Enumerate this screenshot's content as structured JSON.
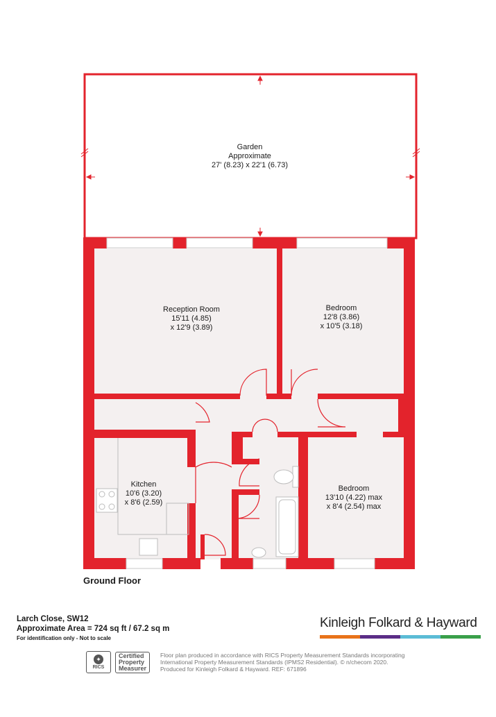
{
  "rooms": {
    "garden": {
      "name": "Garden",
      "line1": "Approximate",
      "line2": "27' (8.23) x 22'1 (6.73)"
    },
    "reception": {
      "name": "Reception Room",
      "line1": "15'11 (4.85)",
      "line2": "x 12'9 (3.89)"
    },
    "bedroom1": {
      "name": "Bedroom",
      "line1": "12'8 (3.86)",
      "line2": "x 10'5 (3.18)"
    },
    "kitchen": {
      "name": "Kitchen",
      "line1": "10'6 (3.20)",
      "line2": "x 8'6 (2.59)"
    },
    "bedroom2": {
      "name": "Bedroom",
      "line1": "13'10 (4.22) max",
      "line2": "x 8'4 (2.54) max"
    }
  },
  "floor_label": "Ground Floor",
  "property": {
    "address": "Larch Close, SW12",
    "area": "Approximate Area = 724 sq ft / 67.2 sq m",
    "note": "For identification only - Not to scale"
  },
  "brand": {
    "name": "Kinleigh Folkard & Hayward",
    "bar_colors": [
      "#e8731a",
      "#5b2d87",
      "#5bbcd6",
      "#3aa04a"
    ]
  },
  "rics": {
    "badge": "RICS",
    "cert_line1": "Certified",
    "cert_line2": "Property",
    "cert_line3": "Measurer"
  },
  "disclaimer": {
    "line1": "Floor plan produced in accordance with RICS Property Measurement Standards incorporating",
    "line2": "International Property Measurement Standards (IPMS2 Residential).  © n/checom 2020.",
    "line3": "Produced for Kinleigh Folkard & Hayward.   REF: 671896"
  },
  "colors": {
    "wall": "#e3232c",
    "floor": "#f4f0f0",
    "fixture": "#bdbdbd"
  }
}
